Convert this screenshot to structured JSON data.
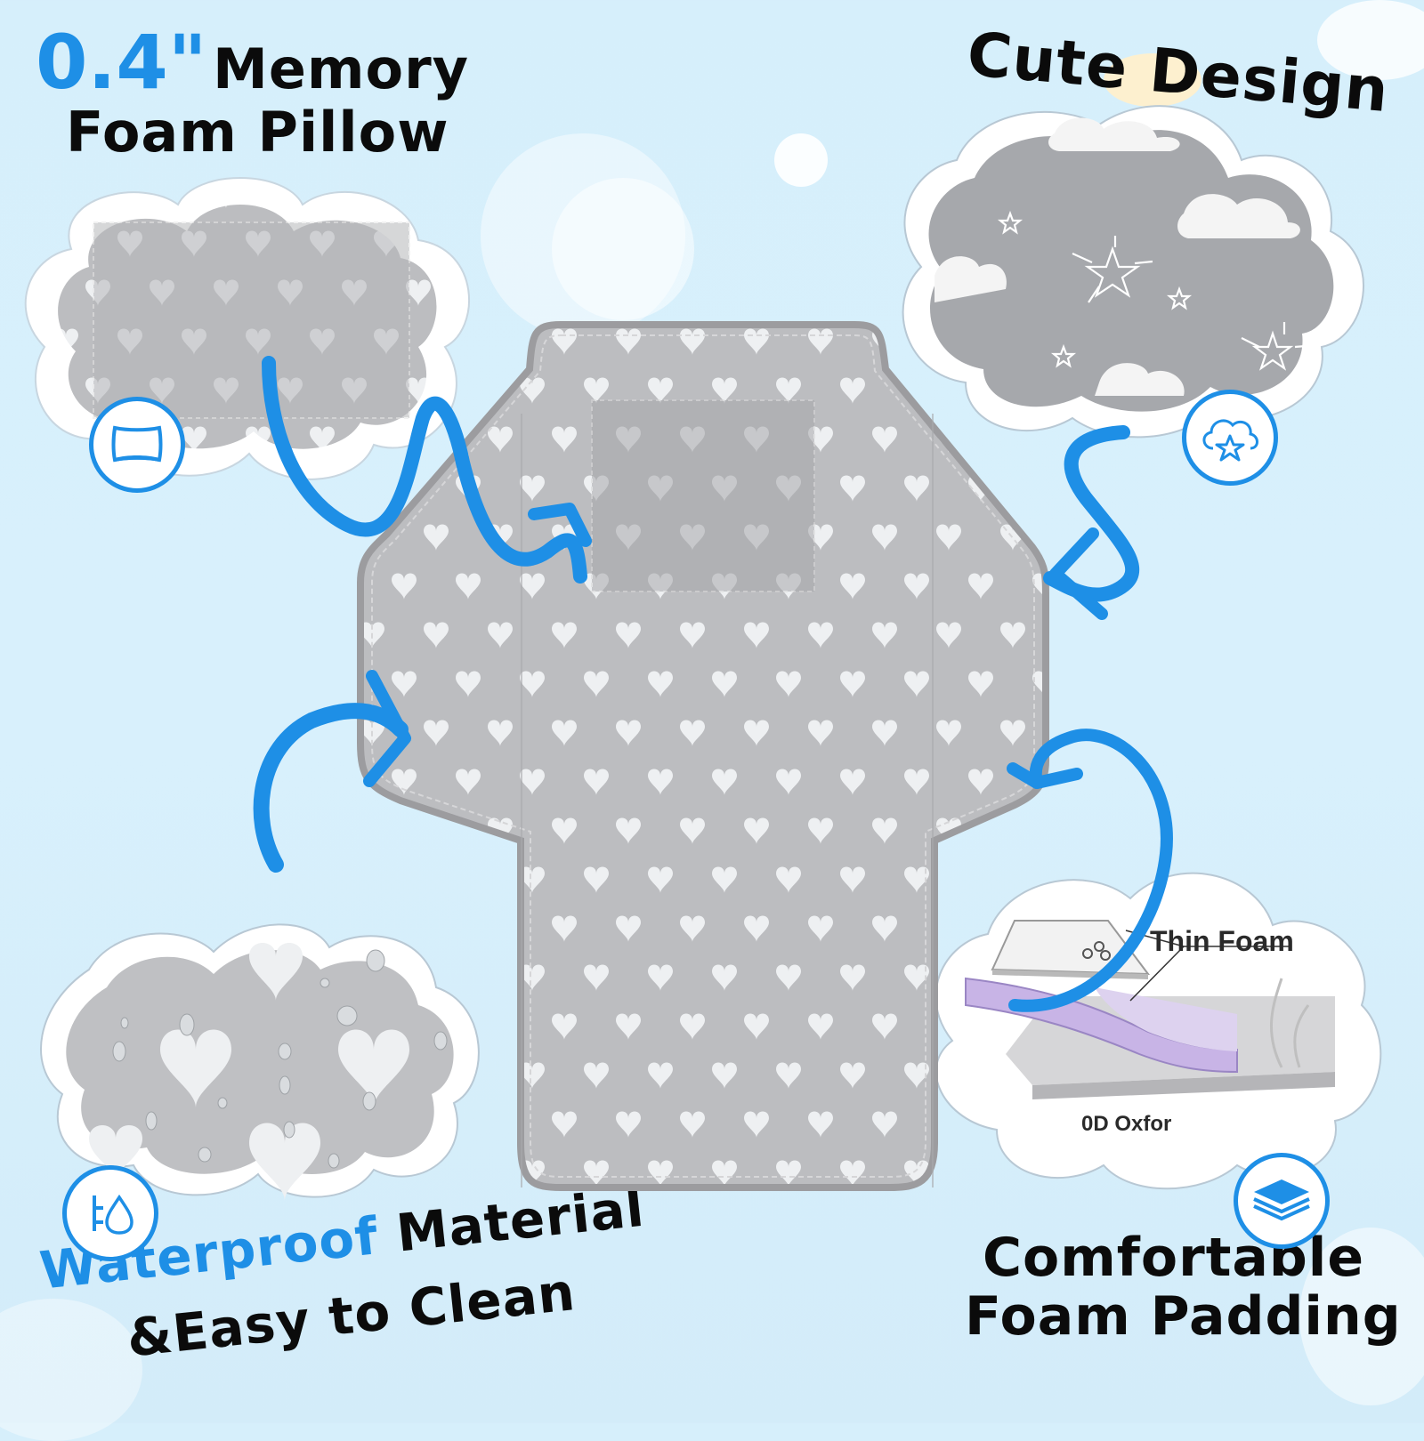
{
  "colors": {
    "background": "#d6effb",
    "accent_blue": "#1e8fe6",
    "mat_gray": "#bcbdc0",
    "heart_white": "#eef0f2",
    "text_black": "#0b0b0b",
    "foam_purple": "#c8b4e6"
  },
  "features": {
    "top_left": {
      "highlight": "0.4\"",
      "line1": "Memory",
      "line2": "Foam Pillow",
      "icon": "pillow-icon"
    },
    "top_right": {
      "line1": "Cute Design",
      "icon": "cloud-star-icon"
    },
    "bottom_left": {
      "highlight": "Waterproof",
      "line1_rest": "Material",
      "line2": "&Easy to Clean",
      "icon": "water-drop-icon"
    },
    "bottom_right": {
      "line1": "Comfortable",
      "line2": "Foam Padding",
      "icon": "layers-icon"
    }
  },
  "foam_diagram": {
    "label_thin_foam": "Thin Foam",
    "label_oxford": "0D Oxfor"
  },
  "product": {
    "name": "changing-pad",
    "pattern": "white hearts on gray"
  }
}
